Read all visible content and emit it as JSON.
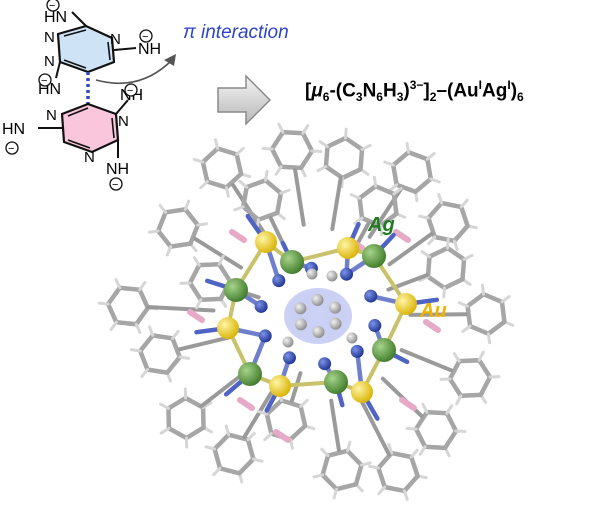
{
  "labels": {
    "pi_interaction": "π interaction",
    "ag": "Ag",
    "au": "Au"
  },
  "formula": {
    "open": "[",
    "mu": "μ",
    "mu_sub": "6",
    "ligand_a": "-(C",
    "s3a": "3",
    "n": "N",
    "s6": "6",
    "h": "H",
    "s3b": "3",
    "close_paren": ")",
    "charge": "3−",
    "close_bracket": "]",
    "s2": "2",
    "dash": "–(Au",
    "au_ox": "I",
    "ag": "Ag",
    "ag_ox": "I",
    "close_final": ")",
    "s6b": "6"
  },
  "nh_labels": {
    "top_hn": "HN",
    "top_nh_right": "NH",
    "mid_hn": "HN",
    "bottom_nh_top": "NH",
    "bottom_hn_left": "HN",
    "bottom_nh_bottom": "NH"
  },
  "ring_atoms": {
    "n": "N"
  },
  "charge_sign": "−",
  "colors": {
    "pi_label": "#2e44c8",
    "ag_label": "#1f7a1f",
    "au_label": "#f0b400",
    "ring_top_fill": "#cfe3f6",
    "ring_bottom_fill": "#f9c6dc",
    "ag_atom": "#5a9a40",
    "au_atom": "#f2d233",
    "n_atom": "#2f4fbf",
    "c_atom": "#bdbdbd",
    "bond_gray": "#8c8c8c",
    "arrow_fill": "#c8c8c8"
  },
  "icons": {
    "big_arrow": "right-arrow-icon",
    "curved_arrow": "curved-arrow-icon"
  }
}
